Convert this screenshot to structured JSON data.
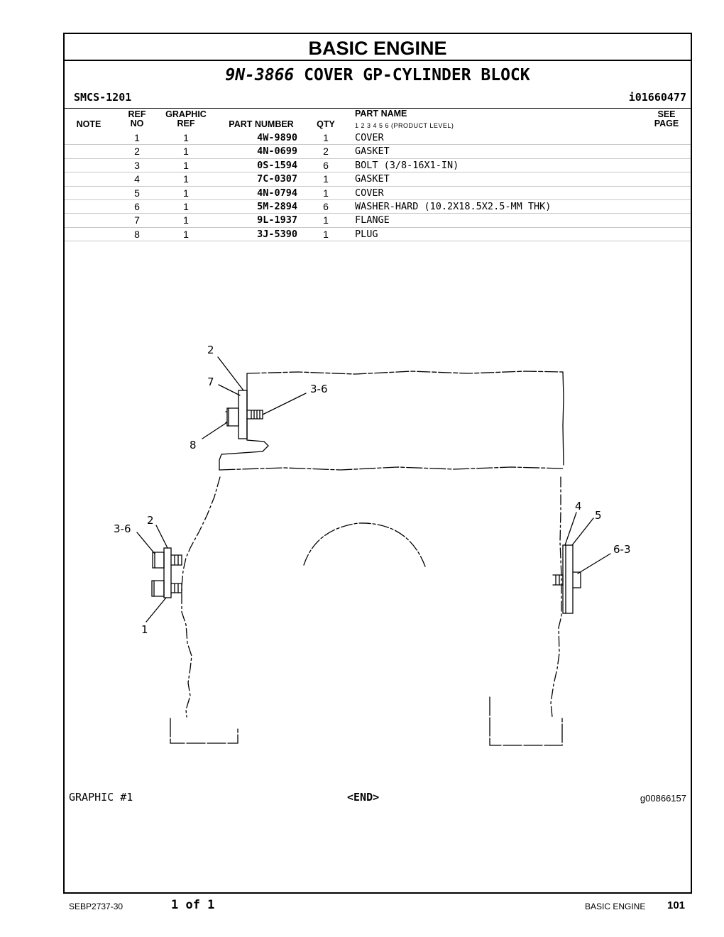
{
  "section_title": "BASIC ENGINE",
  "group": {
    "part_number": "9N-3866",
    "name": "COVER GP-CYLINDER BLOCK"
  },
  "smcs": "SMCS-1201",
  "ident": "i01660477",
  "headers": {
    "note": "NOTE",
    "ref_top": "REF",
    "ref_bottom": "NO",
    "graphic_top": "GRAPHIC",
    "graphic_bottom": "REF",
    "part_number": "PART NUMBER",
    "qty": "QTY",
    "part_name": "PART NAME",
    "levels": "1   2   3   4   5   6   (PRODUCT LEVEL)",
    "see_top": "SEE",
    "see_bottom": "PAGE"
  },
  "parts": [
    {
      "ref": "1",
      "graphic": "1",
      "part_number": "4W-9890",
      "qty": "1",
      "name": "COVER"
    },
    {
      "ref": "2",
      "graphic": "1",
      "part_number": "4N-0699",
      "qty": "2",
      "name": "GASKET"
    },
    {
      "ref": "3",
      "graphic": "1",
      "part_number": "0S-1594",
      "qty": "6",
      "name": "BOLT (3/8-16X1-IN)"
    },
    {
      "ref": "4",
      "graphic": "1",
      "part_number": "7C-0307",
      "qty": "1",
      "name": "GASKET"
    },
    {
      "ref": "5",
      "graphic": "1",
      "part_number": "4N-0794",
      "qty": "1",
      "name": "COVER"
    },
    {
      "ref": "6",
      "graphic": "1",
      "part_number": "5M-2894",
      "qty": "6",
      "name": "WASHER-HARD (10.2X18.5X2.5-MM THK)"
    },
    {
      "ref": "7",
      "graphic": "1",
      "part_number": "9L-1937",
      "qty": "1",
      "name": "FLANGE"
    },
    {
      "ref": "8",
      "graphic": "1",
      "part_number": "3J-5390",
      "qty": "1",
      "name": "PLUG"
    }
  ],
  "callouts": {
    "top_2": "2",
    "top_7": "7",
    "top_36": "3-6",
    "top_8": "8",
    "left_36": "3-6",
    "left_2": "2",
    "left_1": "1",
    "right_4": "4",
    "right_5": "5",
    "right_63": "6-3"
  },
  "graphic_footer": {
    "label": "GRAPHIC #1",
    "end": "<END>",
    "graphic_id": "g00866157"
  },
  "page_footer": {
    "doc": "SEBP2737-30",
    "of": "1 of 1",
    "section": "BASIC ENGINE",
    "page": "101"
  }
}
